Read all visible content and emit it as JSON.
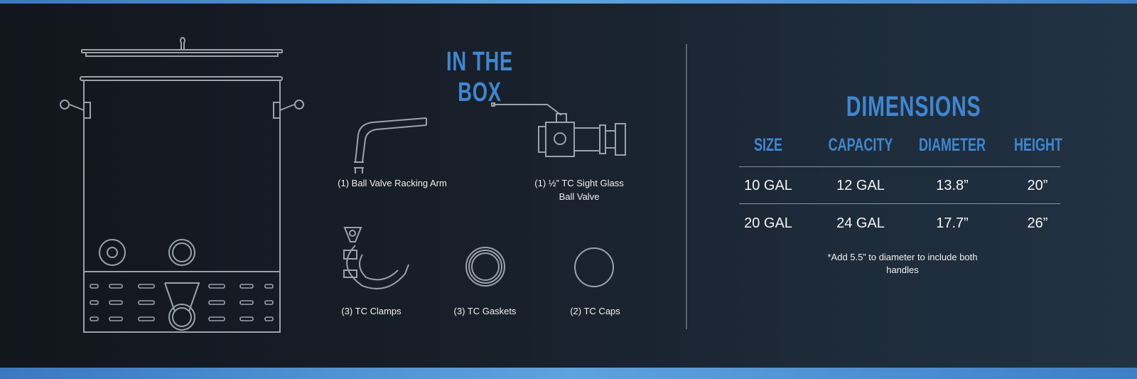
{
  "in_the_box": {
    "title": "IN THE BOX",
    "items": [
      {
        "label": "(1) Ball Valve Racking Arm"
      },
      {
        "label": "(1) ½” TC Sight Glass",
        "label2": "Ball Valve"
      },
      {
        "label": "(3) TC Clamps"
      },
      {
        "label": "(3) TC Gaskets"
      },
      {
        "label": "(2) TC Caps"
      }
    ]
  },
  "dimensions": {
    "title": "DIMENSIONS",
    "headers": [
      "SIZE",
      "CAPACITY",
      "DIAMETER",
      "HEIGHT"
    ],
    "rows": [
      [
        "10 GAL",
        "12 GAL",
        "13.8”",
        "20”"
      ],
      [
        "20 GAL",
        "24 GAL",
        "17.7”",
        "26”"
      ]
    ],
    "note": "*Add 5.5” to diameter to include both handles"
  },
  "colors": {
    "accent": "#4186cf",
    "line": "#9aa3ad"
  }
}
